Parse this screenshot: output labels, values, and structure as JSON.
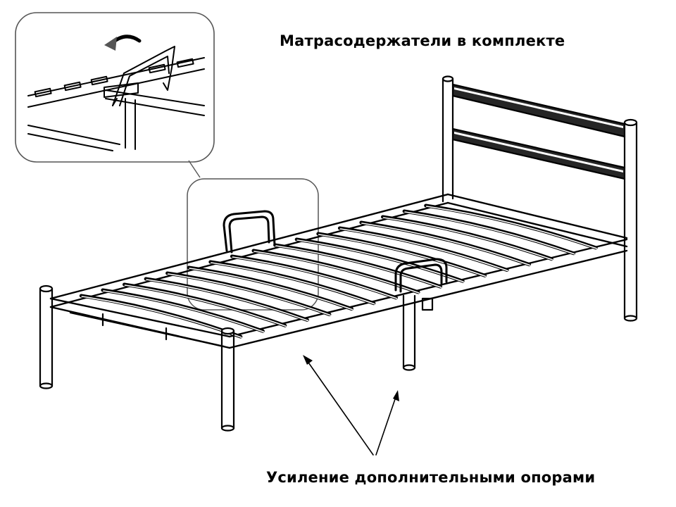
{
  "captions": {
    "mattress_holders": "Матрасодержатели в комплекте",
    "extra_supports": "Усиление дополнительными опорами"
  },
  "colors": {
    "line": "#000000",
    "background": "#ffffff",
    "callout_frame": "#555555"
  },
  "diagram": {
    "slat_count": 17,
    "legs": 6,
    "mattress_holders_shown": 2,
    "headboard_rails": 2
  }
}
